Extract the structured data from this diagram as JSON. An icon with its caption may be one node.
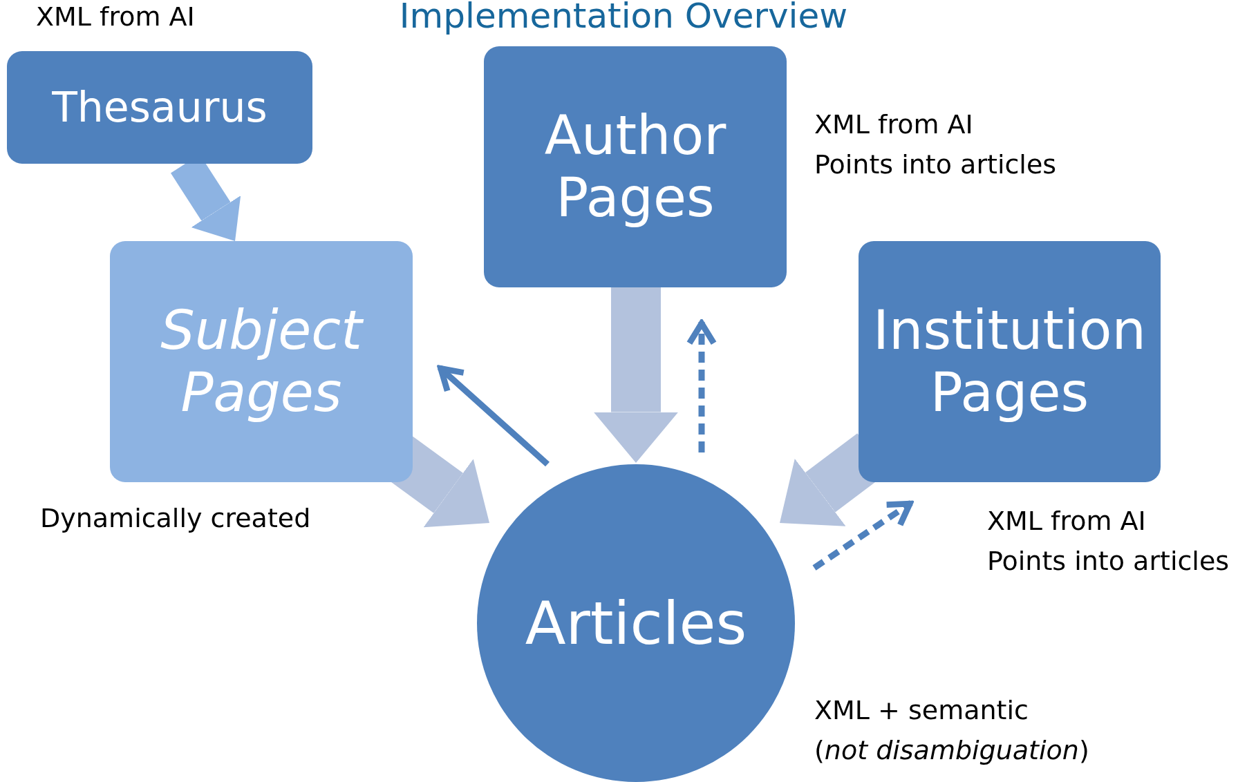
{
  "diagram": {
    "title": "Implementation Overview",
    "nodes": [
      {
        "text": [
          "Thesaurus"
        ]
      },
      {
        "text": [
          "Subject Pages"
        ]
      },
      {
        "text": [
          "Author Pages"
        ]
      },
      {
        "text": [
          "Institution Pages"
        ]
      },
      {
        "text": [
          "Articles"
        ]
      }
    ],
    "edges": [
      {
        "from": 0,
        "to": 1,
        "arrow": "to",
        "color": "#8db3e2"
      },
      {
        "from": 1,
        "to": 4,
        "arrow": "to",
        "color": "#b3c2dd"
      },
      {
        "from": 2,
        "to": 4,
        "arrow": "to",
        "color": "#b3c2dd"
      },
      {
        "from": 3,
        "to": 4,
        "arrow": "to",
        "color": "#b3c2dd"
      },
      {
        "from": 4,
        "to": 1,
        "arrow": "to",
        "color": "#4f81bd"
      },
      {
        "from": 4,
        "to": 2,
        "arrow": "to",
        "style": "dashed",
        "color": "#4f81bd"
      },
      {
        "from": 4,
        "to": 3,
        "arrow": "to",
        "style": "dashed",
        "color": "#4f81bd"
      }
    ],
    "labels": [
      "XML from AI",
      "XML from AI",
      "Points into articles",
      "Dynamically created",
      "XML from AI",
      "Points into articles",
      "XML + semantic",
      "(*not disambiguation*)"
    ]
  }
}
